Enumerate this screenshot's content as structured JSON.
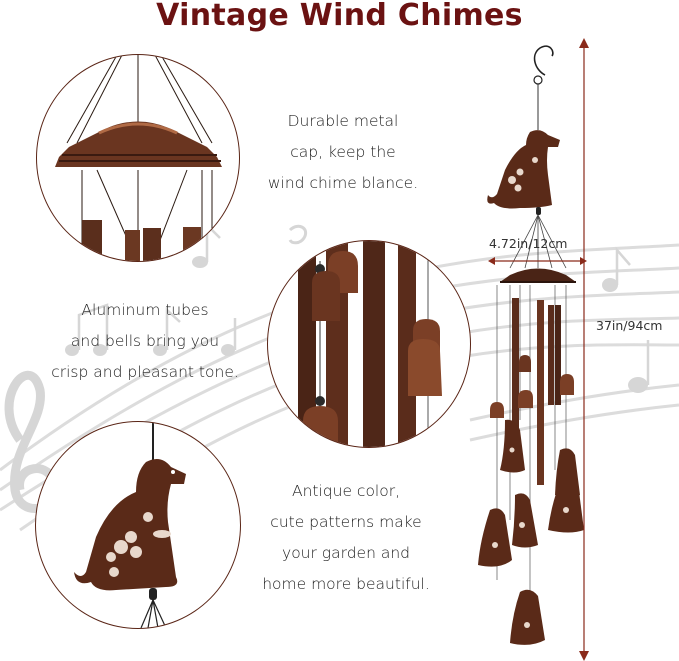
{
  "title": "Vintage Wind Chimes",
  "features": [
    {
      "id": "cap",
      "lines": [
        "Durable metal",
        "cap, keep the",
        "wind chime blance."
      ]
    },
    {
      "id": "tubes",
      "lines": [
        "Aluminum tubes",
        "and bells bring you",
        "crisp and pleasant tone."
      ]
    },
    {
      "id": "color",
      "lines": [
        "Antique color,",
        "cute patterns make",
        "your garden and",
        "home more beautiful."
      ]
    }
  ],
  "dimensions": {
    "width_label": "4.72in/12cm",
    "height_label": "37in/94cm"
  },
  "colors": {
    "title": "#6b1212",
    "bronze": "#6e3a22",
    "bronze_light": "#a05a3a",
    "arrow": "#8a2a1a",
    "music": "#d8d8d8"
  }
}
